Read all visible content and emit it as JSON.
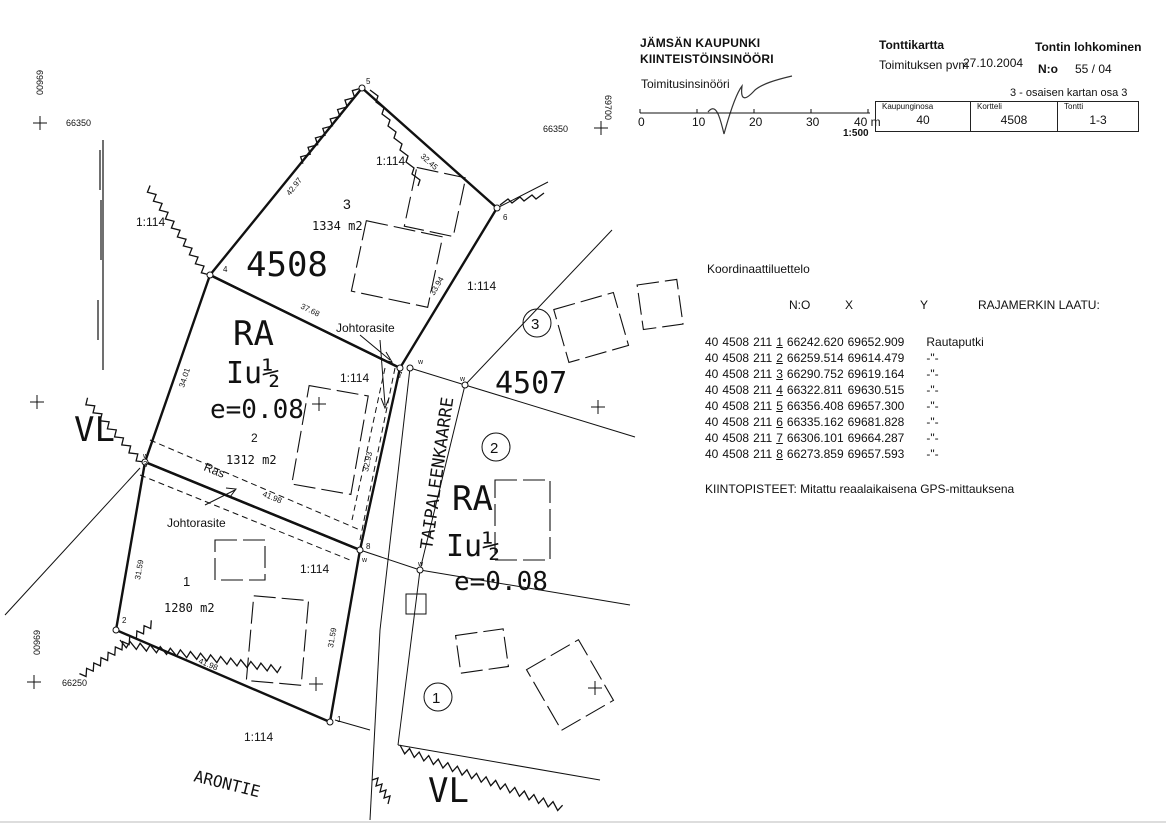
{
  "header": {
    "org_line1": "JÄMSÄN KAUPUNKI",
    "org_line2": "KIINTEISTÖINSINÖÖRI",
    "role": "Toimitusinsinööri",
    "map_type": "Tonttikartta",
    "date_label": "Toimituksen pvm",
    "date": "27.10.2004",
    "purpose": "Tontin lohkominen",
    "number_label": "N:o",
    "number": "55 / 04",
    "sheet_note": "3 - osaisen kartan osa 3",
    "scale": "1:500",
    "scale_ticks": [
      "0",
      "10",
      "20",
      "30",
      "40 m"
    ]
  },
  "info_table": {
    "district_label": "Kaupunginosa",
    "district": "40",
    "block_label": "Kortteli",
    "block": "4508",
    "plot_label": "Tontti",
    "plot": "1-3"
  },
  "coordinates": {
    "title": "Koordinaattiluettelo",
    "col_no": "N:O",
    "col_x": "X",
    "col_y": "Y",
    "col_quality": "RAJAMERKIN LAATU:",
    "rows": [
      {
        "a": "40",
        "b": "4508",
        "c": "211",
        "pt": "1",
        "x": "66242.620",
        "y": "69652.909",
        "q": "Rautaputki"
      },
      {
        "a": "40",
        "b": "4508",
        "c": "211",
        "pt": "2",
        "x": "66259.514",
        "y": "69614.479",
        "q": "-\"-"
      },
      {
        "a": "40",
        "b": "4508",
        "c": "211",
        "pt": "3",
        "x": "66290.752",
        "y": "69619.164",
        "q": "-\"-"
      },
      {
        "a": "40",
        "b": "4508",
        "c": "211",
        "pt": "4",
        "x": "66322.811",
        "y": "69630.515",
        "q": "-\"-"
      },
      {
        "a": "40",
        "b": "4508",
        "c": "211",
        "pt": "5",
        "x": "66356.408",
        "y": "69657.300",
        "q": "-\"-"
      },
      {
        "a": "40",
        "b": "4508",
        "c": "211",
        "pt": "6",
        "x": "66335.162",
        "y": "69681.828",
        "q": "-\"-"
      },
      {
        "a": "40",
        "b": "4508",
        "c": "211",
        "pt": "7",
        "x": "66306.101",
        "y": "69664.287",
        "q": "-\"-"
      },
      {
        "a": "40",
        "b": "4508",
        "c": "211",
        "pt": "8",
        "x": "66273.859",
        "y": "69657.593",
        "q": "-\"-"
      }
    ],
    "fixed_points": "KIINTOPISTEET:  Mitattu reaalaikaisena GPS-mittauksena"
  },
  "map": {
    "grid_labels": [
      "00969",
      "66350",
      "69700",
      "66350",
      "00969",
      "66250"
    ],
    "block_main": "4508",
    "block_east": "4507",
    "zone_vl": "VL",
    "zone_ra": "RA",
    "zone_iu": "Iu½",
    "zone_e": "e=0.08",
    "street_taipale": "TAIPALEENKAARRE",
    "street_arontie": "ARONTIE",
    "scale_114": "1:114",
    "plot3_no": "3",
    "plot3_area": "1334 m2",
    "plot2_no": "2",
    "plot2_area": "1312 m2",
    "plot1_no": "1",
    "plot1_area": "1280 m2",
    "easement": "Johtorasite",
    "ras": "Ras",
    "dist_3245": "32.45",
    "dist_4297": "42.97",
    "dist_3768": "37.68",
    "dist_3394": "33.94",
    "dist_3401": "34.01",
    "dist_3293": "32.93",
    "dist_4198": "41.98",
    "dist_3159": "31.59",
    "pt1": "1",
    "pt2": "2",
    "pt3": "3",
    "pt4": "4",
    "pt5": "5",
    "pt6": "6",
    "pt7": "7",
    "pt8": "8",
    "circ1": "1",
    "circ2": "2",
    "circ3": "3",
    "w": "w"
  },
  "colors": {
    "ink": "#111111",
    "paper": "#ffffff"
  }
}
